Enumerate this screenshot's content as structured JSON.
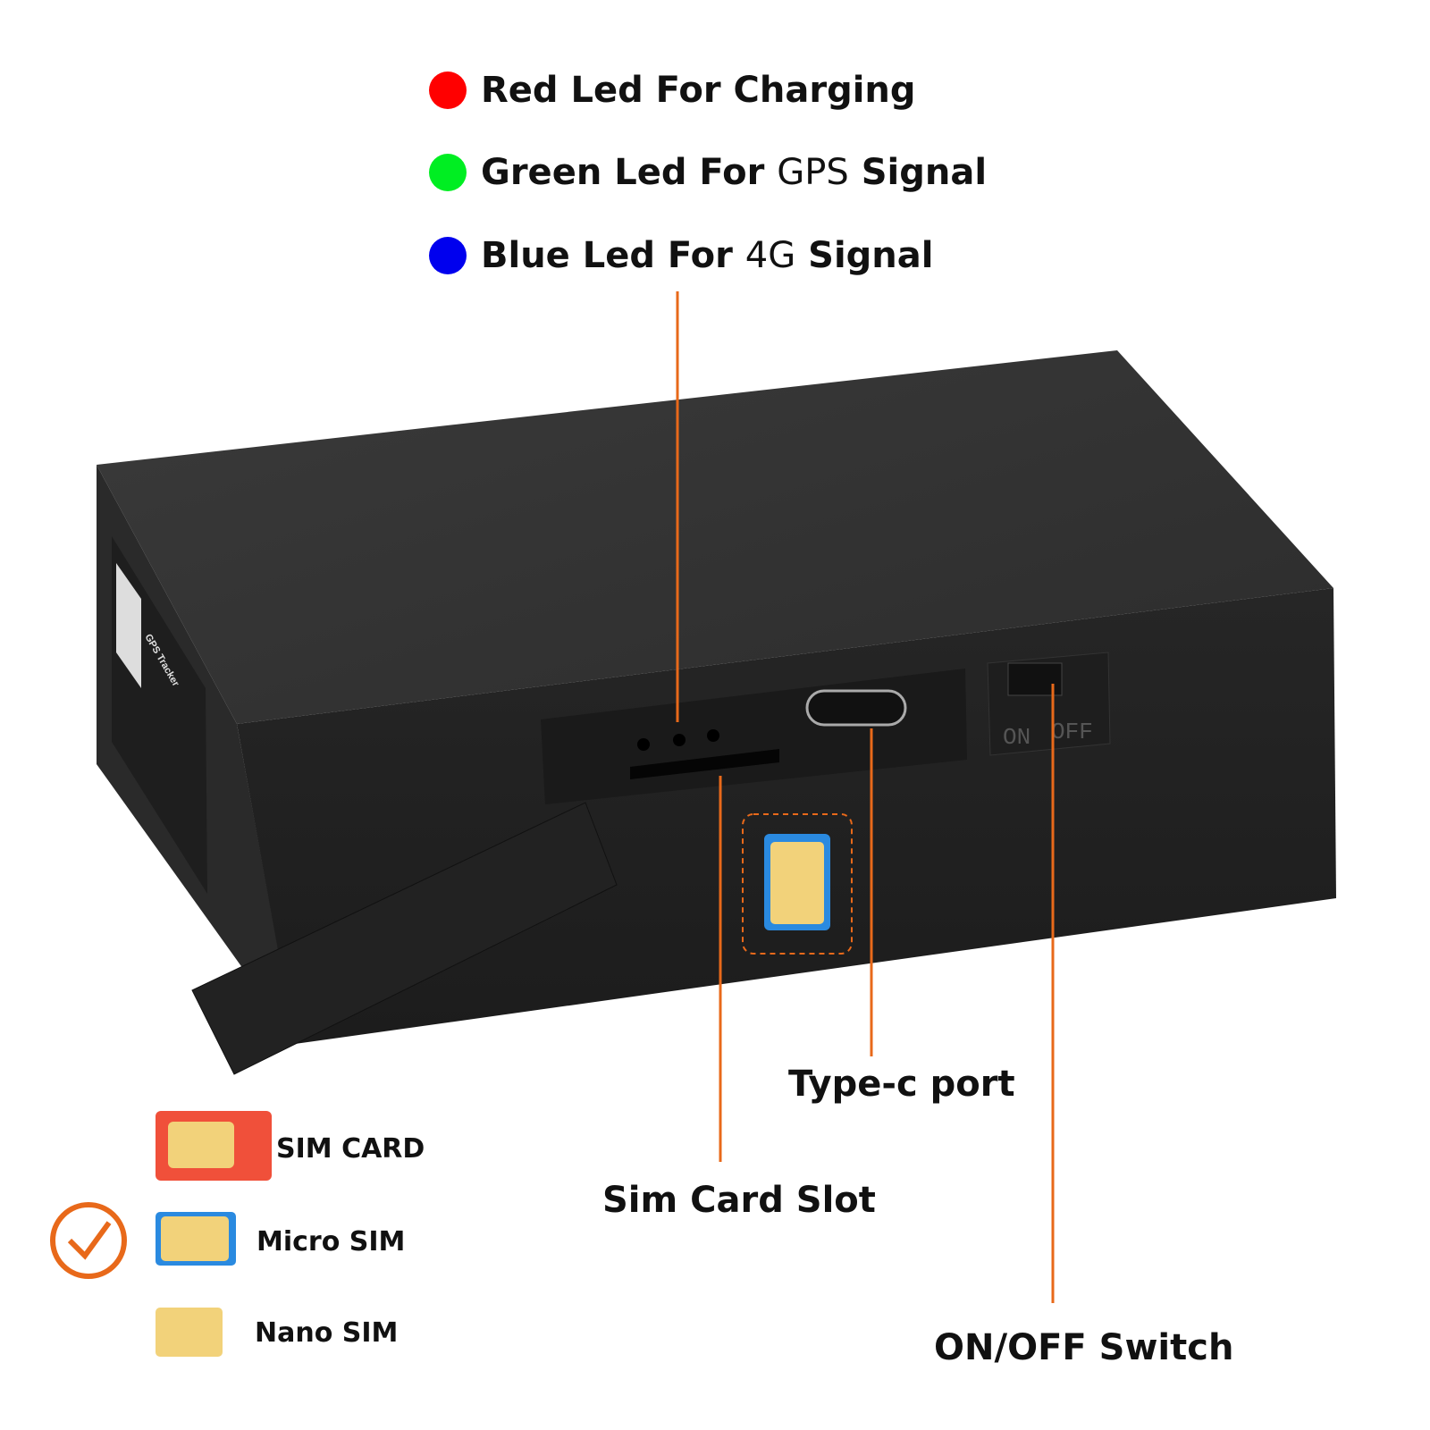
{
  "legend": [
    {
      "prefix": "Red Led For",
      "mid": "",
      "suffix": "Charging",
      "color": "#ff0000"
    },
    {
      "prefix": "Green Led For",
      "mid": "GPS",
      "suffix": "Signal",
      "color": "#00ee22"
    },
    {
      "prefix": "Blue Led For",
      "mid": "4G",
      "suffix": "Signal",
      "color": "#0000ee"
    }
  ],
  "device": {
    "switch_on": "ON",
    "switch_off": "OFF",
    "label_title": "GPS Tracker"
  },
  "callouts": {
    "type_c": "Type-c port",
    "sim_slot": "Sim Card Slot",
    "switch": "ON/OFF Switch"
  },
  "sims": [
    {
      "label": "SIM CARD",
      "color": "#f0503a",
      "selected": false
    },
    {
      "label": "Micro SIM",
      "color": "#2a8ae0",
      "selected": true
    },
    {
      "label": "Nano SIM",
      "color": "#f2d27a",
      "selected": false
    }
  ],
  "accent": "#e8691a"
}
